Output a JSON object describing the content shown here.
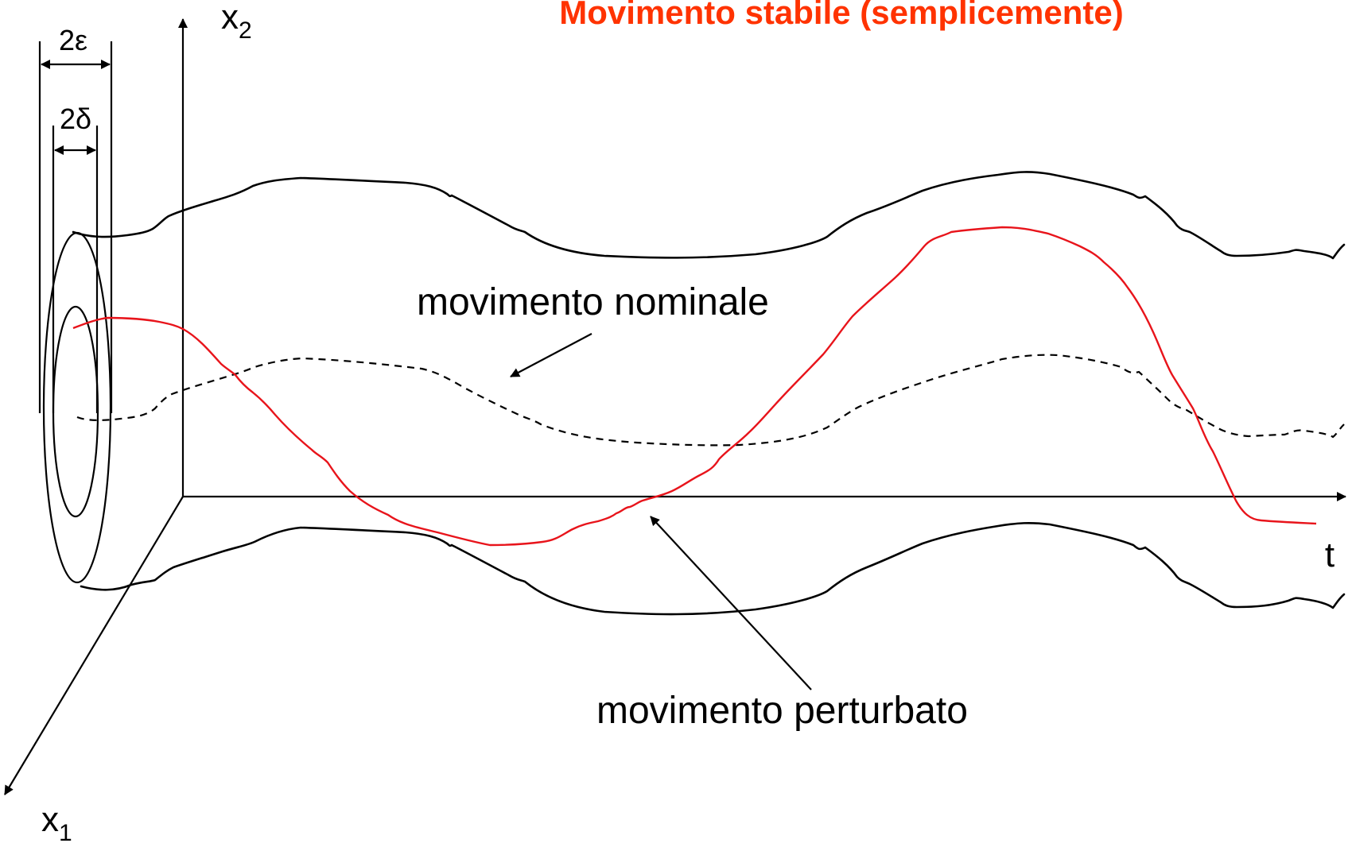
{
  "title": "Movimento stabile (semplicemente)",
  "labels": {
    "x2_main": "x",
    "x2_sub": "2",
    "x1_main": "x",
    "x1_sub": "1",
    "t": "t",
    "two_epsilon": "2ε",
    "two_delta": "2δ",
    "nominal": "movimento nominale",
    "perturbed": "movimento perturbato"
  },
  "colors": {
    "title": "#ff3300",
    "perturbed_curve": "#e8141b",
    "lines": "#000000"
  }
}
